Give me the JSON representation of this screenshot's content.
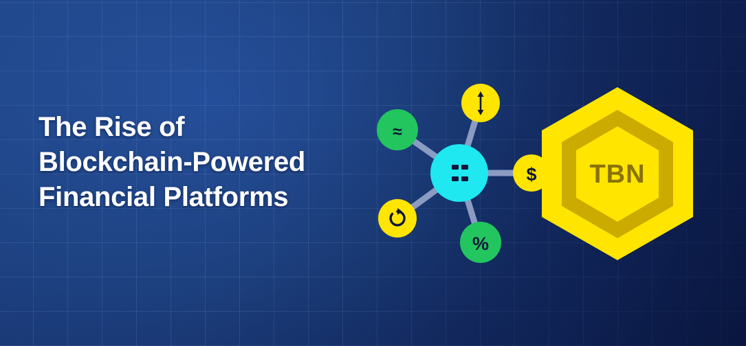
{
  "banner": {
    "headline": "The Rise of\nBlockchain-Powered\nFinancial Platforms",
    "headline_color": "#ffffff",
    "background_color": "#1d417f",
    "grid_color": "#a8c4f0"
  },
  "logo": {
    "name": "tbn-hexagon-logo",
    "label": "TBN",
    "outer_color": "#ffe500",
    "ring_color": "#ccab00",
    "text_color": "#8a7208"
  },
  "network": {
    "center": {
      "icon": "blockchain-link-icon",
      "label": "",
      "color": "#1fe8f0"
    },
    "connector_color": "#8b9bc2",
    "nodes": [
      {
        "id": "volatility",
        "icon": "up-down-arrow-icon",
        "label": "↕",
        "color": "#ffe500",
        "text_color": "#10163a"
      },
      {
        "id": "approximation",
        "icon": "approximately-equal-icon",
        "label": "≈",
        "color": "#22c55e",
        "text_color": "#10163a"
      },
      {
        "id": "refresh",
        "icon": "refresh-arrow-icon",
        "label": "↺",
        "color": "#ffe500",
        "text_color": "#10163a"
      },
      {
        "id": "percentage",
        "icon": "percent-icon",
        "label": "%",
        "color": "#22c55e",
        "text_color": "#10163a"
      },
      {
        "id": "currency",
        "icon": "dollar-sign-icon",
        "label": "$",
        "color": "#ffe500",
        "text_color": "#10163a"
      }
    ]
  }
}
